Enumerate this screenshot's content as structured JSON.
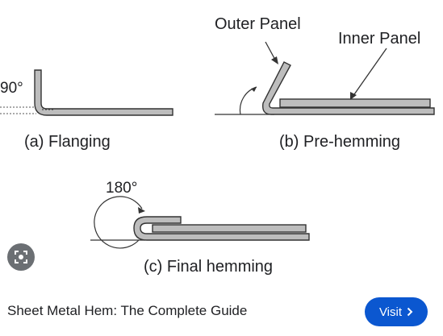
{
  "diagram": {
    "labels": {
      "angle_a": "90°",
      "caption_a": "(a) Flanging",
      "outer_panel": "Outer Panel",
      "inner_panel": "Inner Panel",
      "caption_b": "(b) Pre-hemming",
      "angle_c": "180°",
      "caption_c": "(c) Final hemming"
    },
    "colors": {
      "metal_fill": "#bdbdbd",
      "stroke": "#333333"
    }
  },
  "result": {
    "title": "Sheet Metal Hem: The Complete Guide",
    "visit_label": "Visit",
    "visit_icon": "chevron-right-icon",
    "lens_icon": "image-search-icon",
    "accent": "#0b57d0"
  }
}
